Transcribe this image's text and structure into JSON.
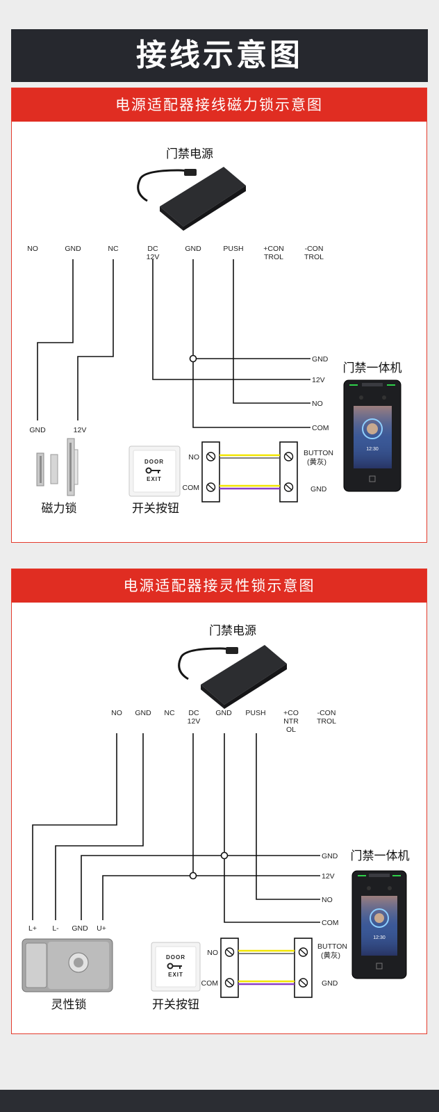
{
  "page_title": "接线示意图",
  "panel1": {
    "heading": "电源适配器接线磁力锁示意图",
    "power_label": "门禁电源",
    "terminals": [
      {
        "lines": [
          "NO"
        ]
      },
      {
        "lines": [
          "GND"
        ]
      },
      {
        "lines": [
          "NC"
        ]
      },
      {
        "lines": [
          "DC",
          "12V"
        ]
      },
      {
        "lines": [
          "GND"
        ]
      },
      {
        "lines": [
          "PUSH"
        ]
      },
      {
        "lines": [
          "+CON",
          "TROL"
        ]
      },
      {
        "lines": [
          "-CON",
          "TROL"
        ]
      }
    ],
    "device_terms": [
      "GND",
      "12V",
      "NO",
      "COM"
    ],
    "lock_terms": [
      "GND",
      "12V"
    ],
    "button_terms": {
      "no": "NO",
      "com": "COM",
      "button": "BUTTON",
      "button_sub": "(黄灰)",
      "gnd": "GND"
    },
    "lock_label": "磁力锁",
    "switch_label": "开关按钮",
    "device_label": "门禁一体机"
  },
  "panel2": {
    "heading": "电源适配器接灵性锁示意图",
    "power_label": "门禁电源",
    "terminals": [
      {
        "lines": [
          "NO"
        ]
      },
      {
        "lines": [
          "GND"
        ]
      },
      {
        "lines": [
          "NC"
        ]
      },
      {
        "lines": [
          "DC",
          "12V"
        ]
      },
      {
        "lines": [
          "GND"
        ]
      },
      {
        "lines": [
          "PUSH"
        ]
      },
      {
        "lines": [
          "+CO",
          "NTR",
          "OL"
        ]
      },
      {
        "lines": [
          "-CON",
          "TROL"
        ]
      }
    ],
    "device_terms": [
      "GND",
      "12V",
      "NO",
      "COM"
    ],
    "lock_terms": [
      "L+",
      "L-",
      "GND",
      "U+"
    ],
    "button_terms": {
      "no": "NO",
      "com": "COM",
      "button": "BUTTON",
      "button_sub": "(黄灰)",
      "gnd": "GND"
    },
    "lock_label": "灵性锁",
    "switch_label": "开关按钮",
    "device_label": "门禁一体机"
  },
  "exit_button": {
    "top": "DOOR",
    "bottom": "EXIT"
  },
  "device_screen": {
    "time": "12:30"
  },
  "colors": {
    "red": "#e02d22",
    "dark": "#26282e",
    "wire": "#111111",
    "yellow": "#f2e600",
    "purple": "#8a3ec8"
  }
}
